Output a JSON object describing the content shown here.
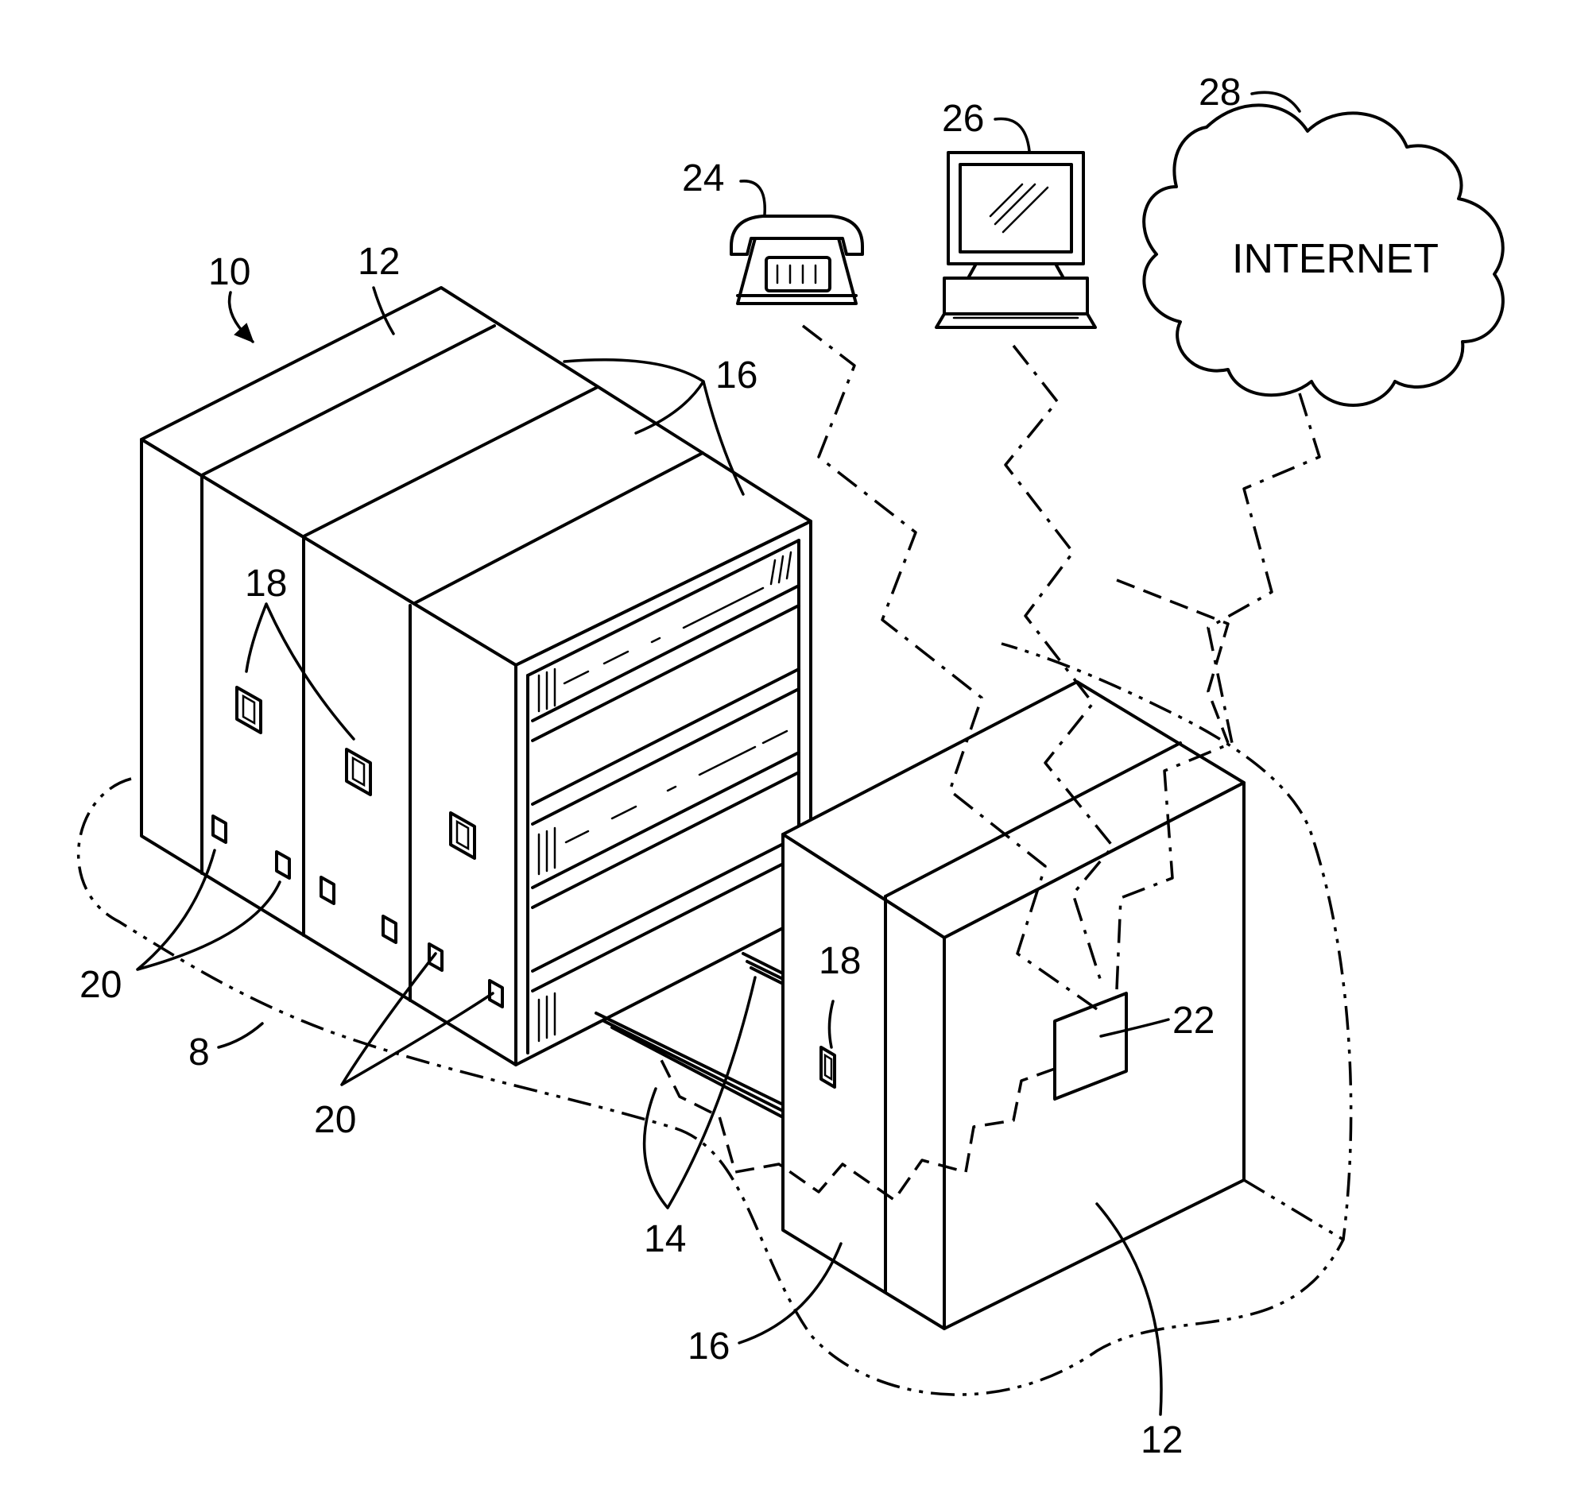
{
  "figure": {
    "labels": {
      "system": "10",
      "storage_unit_top": "12",
      "storage_unit_bottom": "12",
      "carriage_top": "16",
      "carriage_bottom": "16",
      "handle_cluster": "18",
      "handle_single": "18",
      "sensor_left": "20",
      "sensor_mid": "20",
      "rails": "14",
      "controller": "22",
      "telephone": "24",
      "computer": "26",
      "network": "28",
      "floor_zone": "8"
    },
    "network_cloud_text": "INTERNET"
  }
}
